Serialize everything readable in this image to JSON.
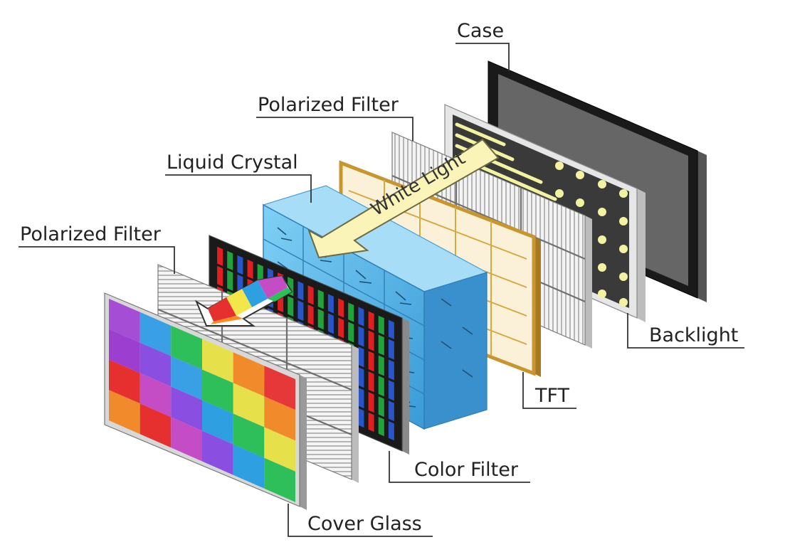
{
  "labels": {
    "case": "Case",
    "polarized_filter_top": "Polarized Filter",
    "liquid_crystal": "Liquid Crystal",
    "polarized_filter_bottom": "Polarized Filter",
    "backlight": "Backlight",
    "tft": "TFT",
    "color_filter": "Color Filter",
    "cover_glass": "Cover Glass",
    "white_light": "White Light"
  },
  "colors": {
    "case_frame": "#1a1a1a",
    "case_screen": "#666666",
    "backlight_panel": "#3a3a3a",
    "backlight_led": "#f2f2a0",
    "tft_gold": "#d9a93f",
    "liquid_crystal": "#5fb3e6",
    "color_filter_red": "#e02020",
    "color_filter_green": "#22a23a",
    "color_filter_blue": "#2a55c8",
    "white_light_arrow": "#fbf4b8"
  }
}
